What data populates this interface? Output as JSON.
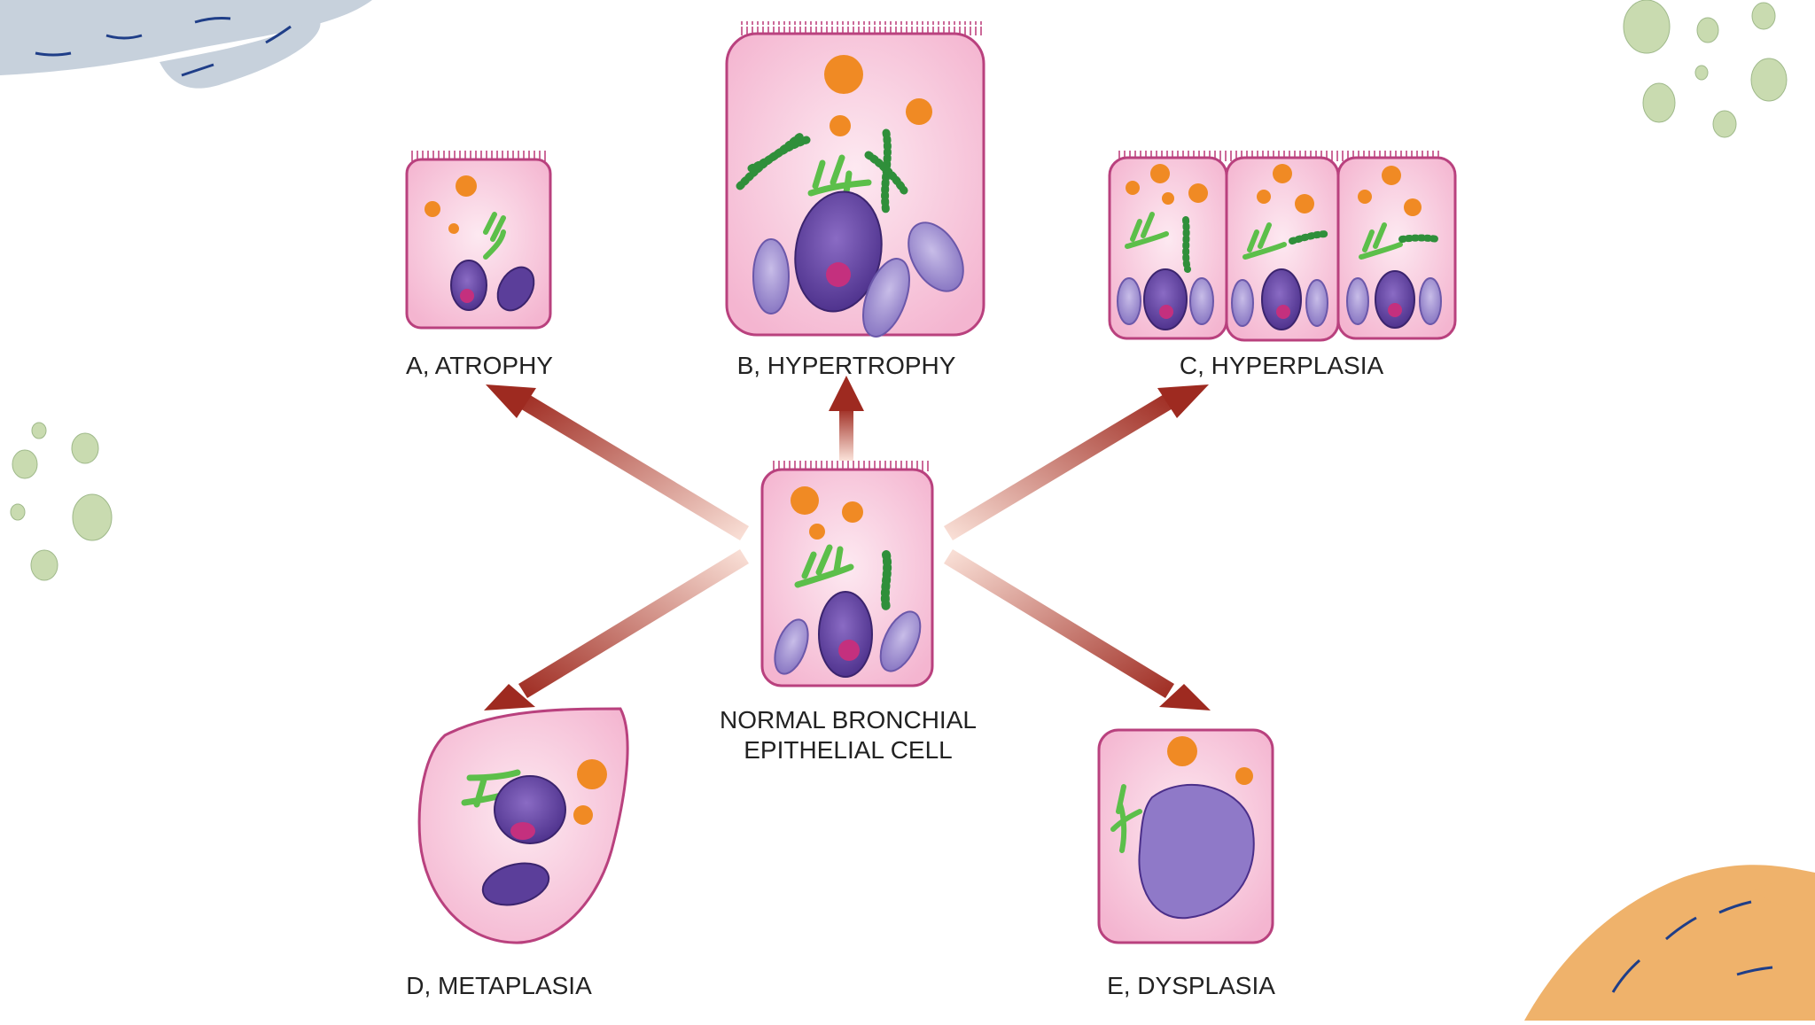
{
  "labels": {
    "atrophy": "A, ATROPHY",
    "hypertrophy": "B, HYPERTROPHY",
    "hyperplasia": "C, HYPERPLASIA",
    "normal_line1": "NORMAL BRONCHIAL",
    "normal_line2": "EPITHELIAL CELL",
    "metaplasia": "D, METAPLASIA",
    "dysplasia": "E, DYSPLASIA"
  },
  "colors": {
    "cytoplasm": "#f7c6dc",
    "cell_border": "#b9417e",
    "nucleus": "#5b3e9a",
    "nucleolus": "#c4307e",
    "mitochondria": "#9d8ad0",
    "granules": "#f08a24",
    "golgi": "#5cbf4a",
    "rough_er": "#2f8f3a",
    "arrow": "#9e2a20",
    "deco_gray": "#c7d1dc",
    "deco_green": "#c9dbb0",
    "deco_orange": "#efb26b"
  }
}
